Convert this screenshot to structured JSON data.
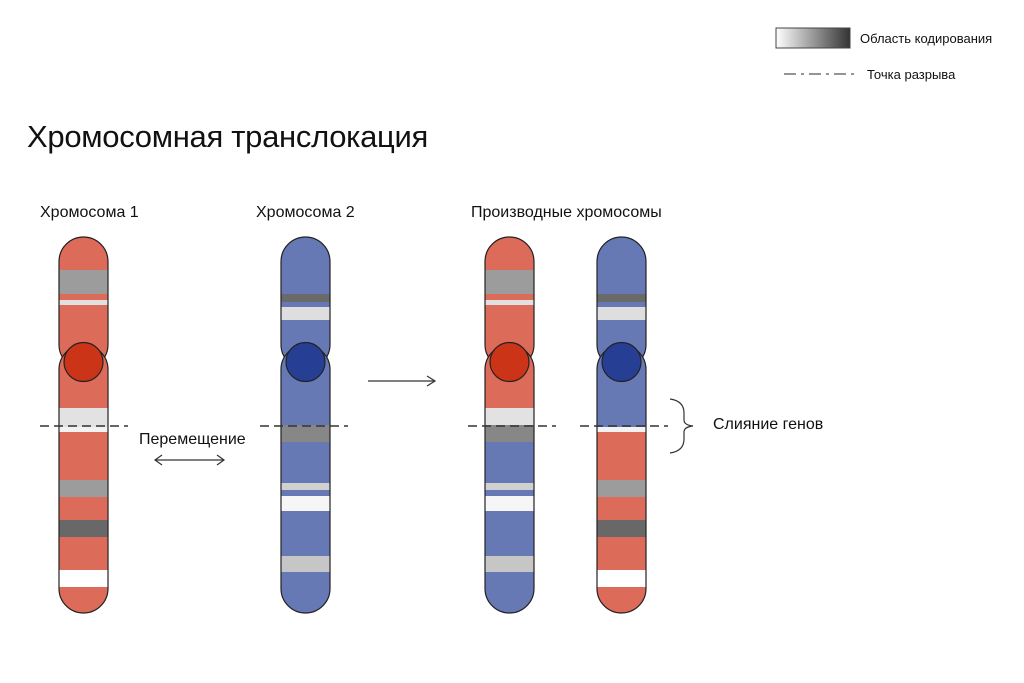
{
  "title": "Хромосомная транслокация",
  "legend": {
    "coding_region": "Область кодирования",
    "breakpoint": "Точка разрыва"
  },
  "chromosome_1_label": "Хромосома 1",
  "chromosome_2_label": "Хромосома 2",
  "derived_label": "Производные хромосомы",
  "translocation_label": "Перемещение",
  "gene_fusion_label": "Слияние генов",
  "colors": {
    "chromosome_1": "#dc6b5a",
    "chromosome_1_centromere": "#cc3418",
    "chromosome_2": "#6779b5",
    "chromosome_2_centromere": "#263f95"
  }
}
